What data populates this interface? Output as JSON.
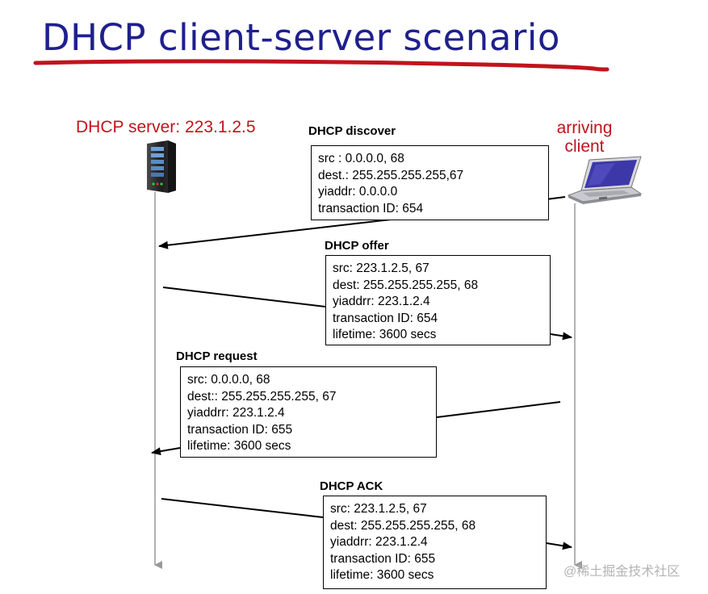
{
  "title": "DHCP client-server scenario",
  "server_label": "DHCP server: 223.1.2.5",
  "client_label": [
    "arriving",
    "client"
  ],
  "messages": [
    {
      "title": "DHCP discover",
      "lines": [
        "src : 0.0.0.0, 68",
        "dest.: 255.255.255.255,67",
        "yiaddr:    0.0.0.0",
        "transaction ID: 654"
      ]
    },
    {
      "title": "DHCP offer",
      "lines": [
        "src: 223.1.2.5, 67",
        "dest:  255.255.255.255, 68",
        "yiaddrr: 223.1.2.4",
        "transaction ID: 654",
        "lifetime: 3600 secs"
      ]
    },
    {
      "title": "DHCP request",
      "lines": [
        "src:  0.0.0.0, 68",
        "dest::  255.255.255.255, 67",
        "yiaddrr: 223.1.2.4",
        "transaction ID: 655",
        "lifetime: 3600 secs"
      ]
    },
    {
      "title": "DHCP ACK",
      "lines": [
        "src: 223.1.2.5, 67",
        "dest:  255.255.255.255, 68",
        "yiaddrr: 223.1.2.4",
        "transaction ID: 655",
        "lifetime: 3600 secs"
      ]
    }
  ],
  "watermark": "@稀土掘金技术社区",
  "colors": {
    "title": "#1f1f8f",
    "underline": "#c0141c",
    "labels": "#c0141c",
    "timeline": "#999999"
  },
  "icons": [
    "server-tower-icon",
    "laptop-icon"
  ]
}
